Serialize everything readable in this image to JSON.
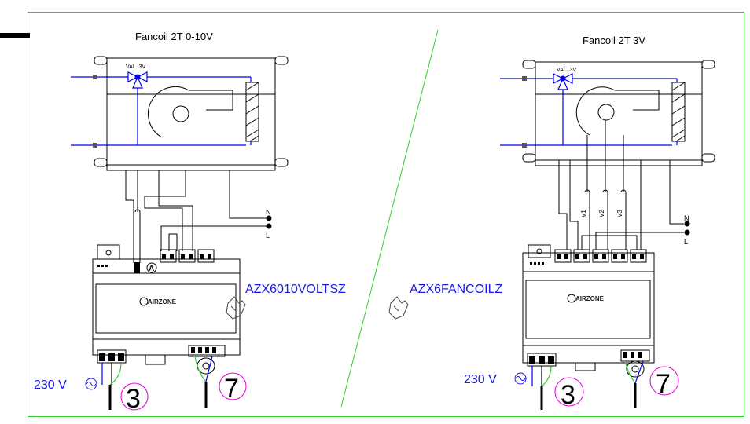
{
  "left": {
    "title": "Fancoil 2T 0-10V",
    "valve_label": "VAL. 3V",
    "model": "AZX6010VOLTSZ",
    "brand": "AIRZONE",
    "supply": "230 V",
    "n_label": "N",
    "l_label": "L",
    "badge_a": "A",
    "callout_power": "3",
    "callout_bus": "7"
  },
  "right": {
    "title": "Fancoil 2T 3V",
    "valve_label": "VAL. 3V",
    "model": "AZX6FANCOILZ",
    "brand": "AIRZONE",
    "supply": "230 V",
    "n_label": "N",
    "l_label": "L",
    "speeds": [
      "V1",
      "V2",
      "V3"
    ],
    "callout_power": "3",
    "callout_bus": "7"
  },
  "colors": {
    "frame": "#33cc33",
    "pipes": "#0000ee",
    "model_text": "#1a1ae6",
    "callout_circle": "#e000e0",
    "wiring": "#000000"
  },
  "icons": [
    "pointing-hand-icon",
    "ac-sine-icon"
  ]
}
